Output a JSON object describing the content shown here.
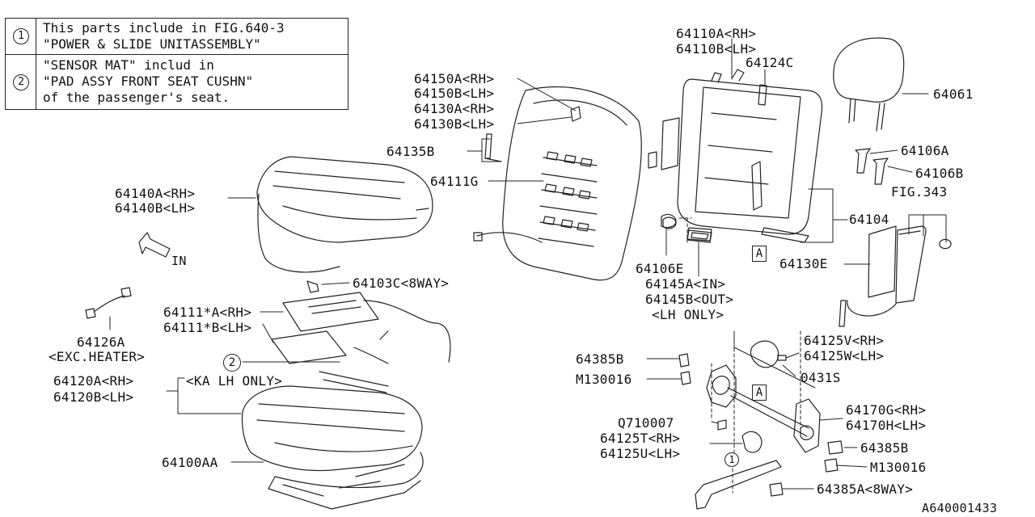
{
  "notes": [
    {
      "num": "1",
      "lines": [
        "This parts include in FIG.640-3",
        "\"POWER & SLIDE UNITASSEMBLY\""
      ]
    },
    {
      "num": "2",
      "lines": [
        "\"SENSOR MAT\" includ in",
        "\"PAD ASSY FRONT SEAT CUSHN\"",
        "of the passenger's seat."
      ]
    }
  ],
  "labels": {
    "p64150a": "64150A<RH>",
    "p64150b": "64150B<LH>",
    "p64130a": "64130A<RH>",
    "p64130b": "64130B<LH>",
    "p64135b": "64135B",
    "p64111g": "64111G",
    "p64140a": "64140A<RH>",
    "p64140b": "64140B<LH>",
    "in_arrow": "IN",
    "p64103c": "64103C<8WAY>",
    "p64111a": "64111*A<RH>",
    "p64111b": "64111*B<LH>",
    "p64126a": "64126A",
    "exc_heater": "<EXC.HEATER>",
    "p64120a": "64120A<RH>",
    "p64120b": "64120B<LH>",
    "ka_lh_only": "<KA LH ONLY>",
    "p64100aa": "64100AA",
    "p64110a": "64110A<RH>",
    "p64110b": "64110B<LH>",
    "p64124c": "64124C",
    "p64061": "64061",
    "p64106a": "64106A",
    "p64106b": "64106B",
    "fig343": "FIG.343",
    "p64104": "64104",
    "p64130e": "64130E",
    "p64106e": "64106E",
    "p64145a": "64145A<IN>",
    "p64145b": "64145B<OUT>",
    "lh_only": "<LH ONLY>",
    "p64125v": "64125V<RH>",
    "p64125w": "64125W<LH>",
    "p0431s": "0431S",
    "p64385b_1": "64385B",
    "m130016_1": "M130016",
    "p64170g": "64170G<RH>",
    "p64170h": "64170H<LH>",
    "q710007": "Q710007",
    "p64125t": "64125T<RH>",
    "p64125u": "64125U<LH>",
    "p64385b_2": "64385B",
    "m130016_2": "M130016",
    "p64385a": "64385A<8WAY>",
    "ref_a": "A",
    "callout_1": "1",
    "callout_2": "2",
    "doc_id": "A640001433"
  }
}
